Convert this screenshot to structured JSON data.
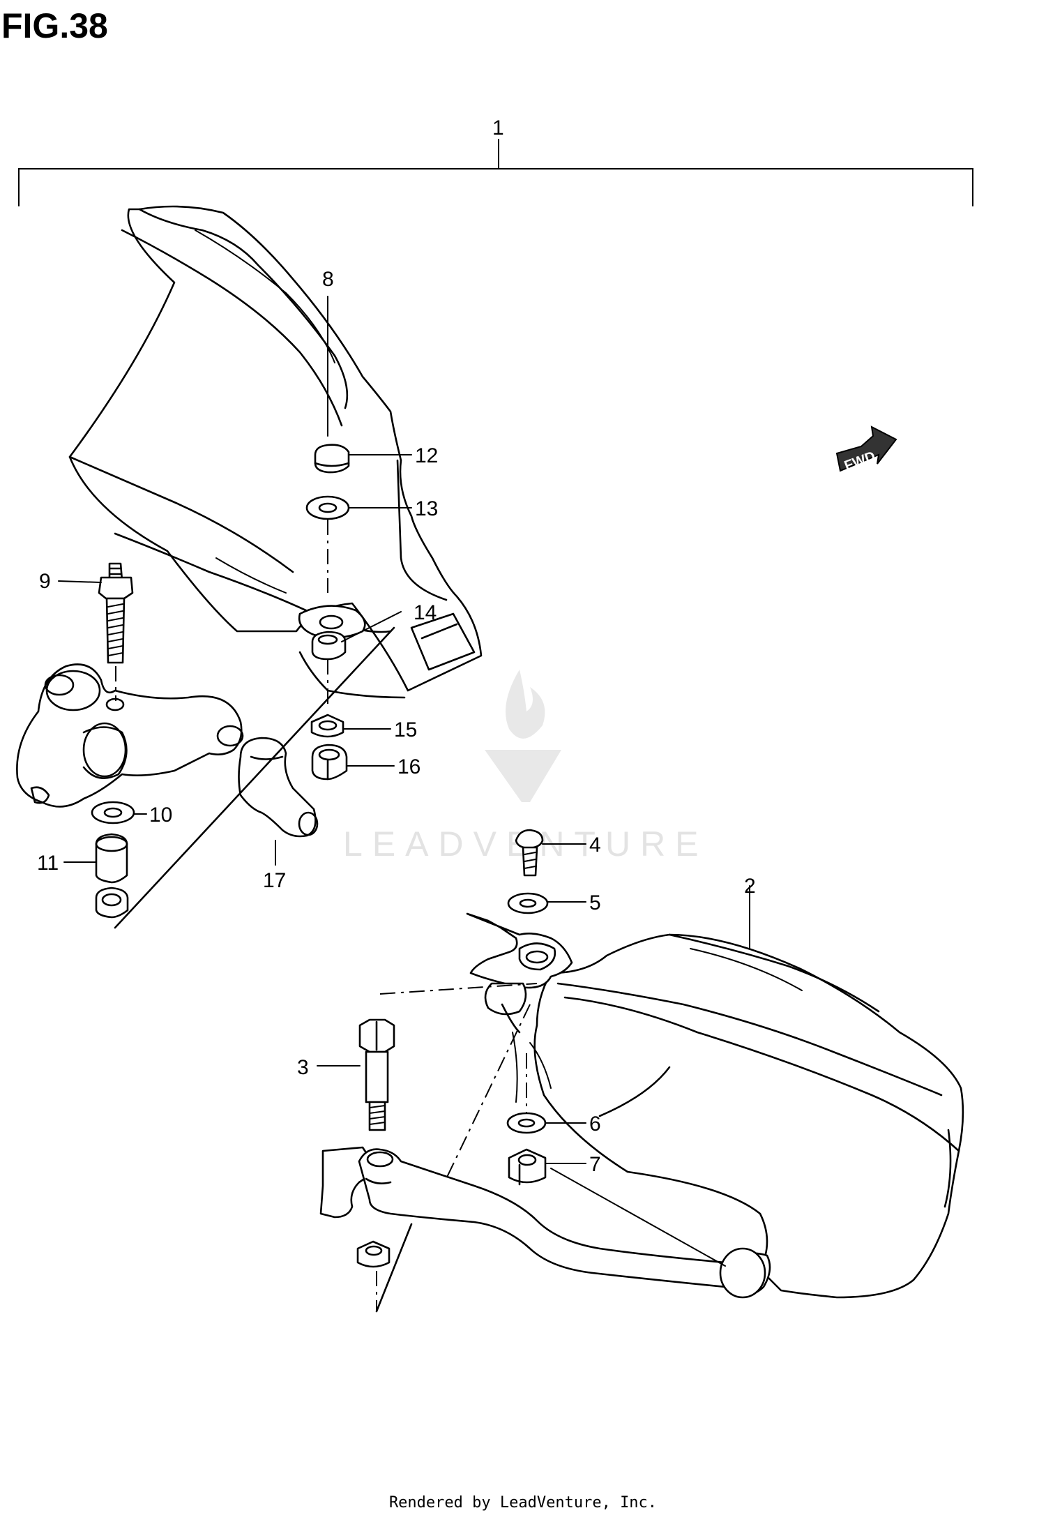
{
  "figure": {
    "title": "FIG.38",
    "credit": "Rendered by LeadVenture, Inc.",
    "watermark": "LEADVENTURE",
    "direction_badge": "FWD"
  },
  "callouts": [
    "1",
    "2",
    "3",
    "4",
    "5",
    "6",
    "7",
    "8",
    "9",
    "10",
    "11",
    "12",
    "13",
    "14",
    "15",
    "16",
    "17"
  ],
  "icons": {
    "direction": "forward-arrow-icon",
    "watermark_logo": "leadventure-logo-icon"
  },
  "colors": {
    "line": "#000000",
    "background": "#ffffff",
    "watermark": "#e3e3e3"
  }
}
